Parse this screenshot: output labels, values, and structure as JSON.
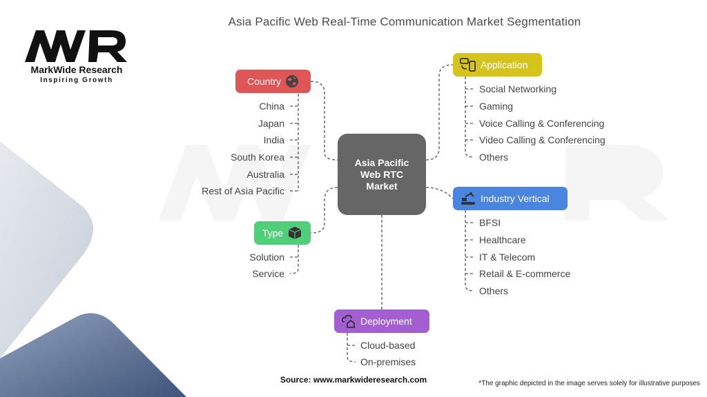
{
  "title": "Asia Pacific Web Real-Time Communication Market Segmentation",
  "logo": {
    "mark": "MWR",
    "brand": "MarkWide Research",
    "tagline": "Inspiring Growth"
  },
  "center": {
    "lines": [
      "Asia Pacific",
      "Web RTC",
      "Market"
    ]
  },
  "colors": {
    "country": "#e05656",
    "application": "#d6c41c",
    "industry": "#4a85e0",
    "type": "#4fcf78",
    "deployment": "#a35fd2",
    "center": "#666666"
  },
  "segments": {
    "country": {
      "label": "Country",
      "icon": "globe-icon",
      "items": [
        "China",
        "Japan",
        "India",
        "South Korea",
        "Australia",
        "Rest of Asia Pacific"
      ]
    },
    "application": {
      "label": "Application",
      "icon": "devices-icon",
      "items": [
        "Social Networking",
        "Gaming",
        "Voice Calling & Conferencing",
        "Video Calling & Conferencing",
        "Others"
      ]
    },
    "industry": {
      "label": "Industry Vertical",
      "icon": "conveyor-icon",
      "items": [
        "BFSI",
        "Healthcare",
        "IT & Telecom",
        "Retail & E-commerce",
        "Others"
      ]
    },
    "type": {
      "label": "Type",
      "icon": "box-icon",
      "items": [
        "Solution",
        "Service"
      ]
    },
    "deployment": {
      "label": "Deployment",
      "icon": "cloud-house-icon",
      "items": [
        "Cloud-based",
        "On-premises"
      ]
    }
  },
  "source": "Source: www.markwideresearch.com",
  "footnote": "*The graphic depicted in the image serves solely for illustrative purposes"
}
